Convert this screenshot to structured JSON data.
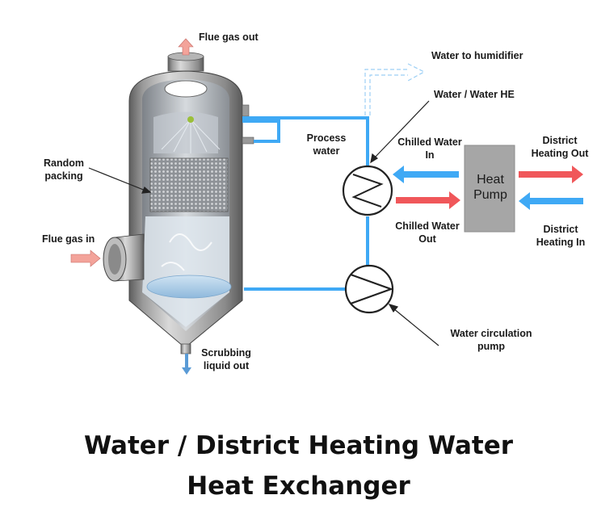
{
  "labels": {
    "flue_gas_out": "Flue gas out",
    "water_to_humidifier": "Water to humidifier",
    "water_water_he": "Water / Water HE",
    "process_water_l1": "Process",
    "process_water_l2": "water",
    "chilled_water_in_l1": "Chilled Water",
    "chilled_water_in_l2": "In",
    "district_heating_out_l1": "District",
    "district_heating_out_l2": "Heating Out",
    "random_packing_l1": "Random",
    "random_packing_l2": "packing",
    "heat_pump_l1": "Heat",
    "heat_pump_l2": "Pump",
    "flue_gas_in": "Flue gas in",
    "chilled_water_out_l1": "Chilled Water",
    "chilled_water_out_l2": "Out",
    "district_heating_in_l1": "District",
    "district_heating_in_l2": "Heating In",
    "water_circulation_pump_l1": "Water circulation",
    "water_circulation_pump_l2": "pump",
    "scrubbing_liquid_out_l1": "Scrubbing",
    "scrubbing_liquid_out_l2": "liquid out"
  },
  "title": {
    "line1": "Water / District Heating Water",
    "line2": "Heat Exchanger"
  },
  "colors": {
    "water_pipe": "#3fa9f5",
    "hot_arrow": "#f0575a",
    "cold_arrow": "#3fa9f5",
    "heat_pump_fill": "#a6a6a6"
  }
}
